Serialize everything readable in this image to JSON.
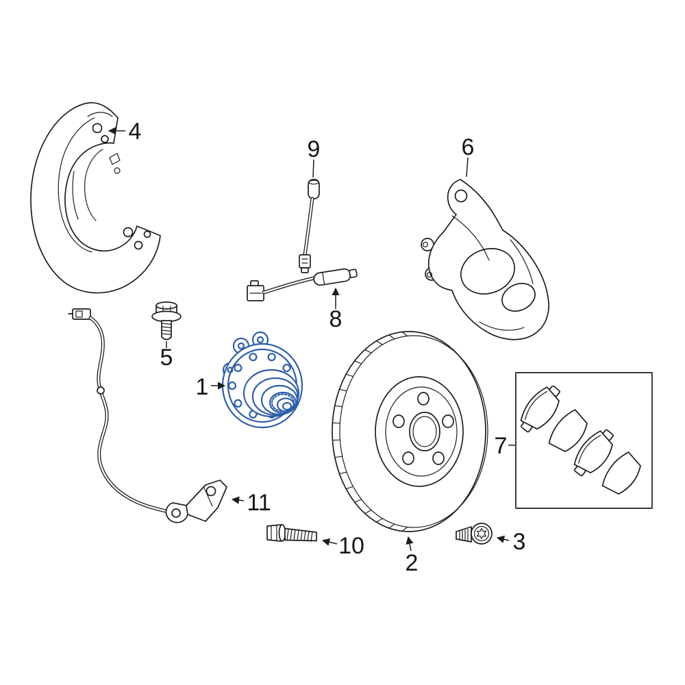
{
  "diagram": {
    "highlight_color": "#2e5ea8",
    "line_color": "#1c1c1c",
    "background_color": "#ffffff"
  },
  "callouts": {
    "c1": {
      "label": "1",
      "part": "wheel-hub-bearing-assembly-highlighted"
    },
    "c2": {
      "label": "2",
      "part": "brake-rotor-disc"
    },
    "c3": {
      "label": "3",
      "part": "rotor-set-screw"
    },
    "c4": {
      "label": "4",
      "part": "brake-dust-shield"
    },
    "c5": {
      "label": "5",
      "part": "flange-bolt"
    },
    "c6": {
      "label": "6",
      "part": "brake-caliper"
    },
    "c7": {
      "label": "7",
      "part": "brake-pad-set"
    },
    "c8": {
      "label": "8",
      "part": "brake-pad-wear-sensor"
    },
    "c9": {
      "label": "9",
      "part": "wear-sensor-lead"
    },
    "c10": {
      "label": "10",
      "part": "hub-mounting-bolt"
    },
    "c11": {
      "label": "11",
      "part": "abs-speed-sensor-bracket"
    }
  }
}
